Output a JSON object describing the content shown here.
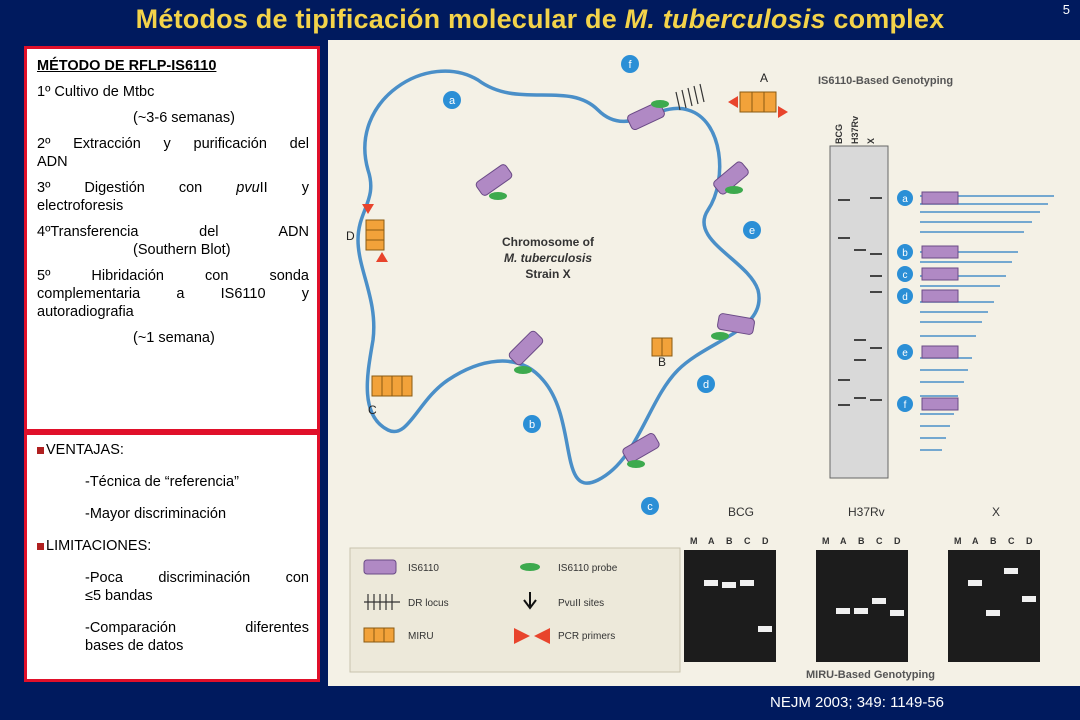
{
  "slide": {
    "number": "5",
    "title_prefix": "Métodos de tipificación molecular de ",
    "title_italic": "M. tuberculosis",
    "title_suffix": " complex",
    "citation": "NEJM 2003; 349: 1149-56"
  },
  "method": {
    "heading": "MÉTODO DE RFLP-IS6110",
    "step1": "1º Cultivo de Mtbc",
    "step1_time": "(~3-6 semanas)",
    "step2_line1": "2º Extracción y purificación del",
    "step2_line2": "ADN",
    "step3_a": "3º Digestión con ",
    "step3_italic": "pvu",
    "step3_b": "II y",
    "step3_line2": "electroforesis",
    "step4_line1": "4ºTransferencia del ADN",
    "step4_line2": "(Southern Blot)",
    "step5_line1": "5º Hibridación con sonda",
    "step5_line2": "complementaria a IS6110 y",
    "step5_line3": "autoradiografia",
    "step5_time": "(~1 semana)"
  },
  "evaluation": {
    "advantages_label": "VENTAJAS:",
    "advantage1": "-Técnica de “referencia”",
    "advantage2": "-Mayor discriminación",
    "limitations_label": "LIMITACIONES:",
    "limitation1_line1": "-Poca discriminación con",
    "limitation1_line2": "≤5 bandas",
    "limitation2_line1": "-Comparación diferentes",
    "limitation2_line2": "bases de datos"
  },
  "figure": {
    "chromosome_line1": "Chromosome of",
    "chromosome_line2": "M. tuberculosis",
    "chromosome_line3": "Strain X",
    "is6110_title": "IS6110-Based Genotyping",
    "blot_columns": [
      "BCG",
      "H37Rv",
      "X"
    ],
    "band_labels": [
      "a",
      "b",
      "c",
      "d",
      "e",
      "f"
    ],
    "locus_labels": [
      "A",
      "B",
      "C",
      "D"
    ],
    "miru_title": "MIRU-Based Genotyping",
    "gels": [
      {
        "name": "BCG",
        "lanes": [
          "M",
          "A",
          "B",
          "C",
          "D"
        ]
      },
      {
        "name": "H37Rv",
        "lanes": [
          "M",
          "A",
          "B",
          "C",
          "D"
        ]
      },
      {
        "name": "X",
        "lanes": [
          "M",
          "A",
          "B",
          "C",
          "D"
        ]
      }
    ],
    "legend": {
      "is6110": "IS6110",
      "dr_locus": "DR locus",
      "miru": "MIRU",
      "probe": "IS6110 probe",
      "pvuii": "PvuII sites",
      "primers": "PCR primers"
    },
    "colors": {
      "chromosome": "#4a8fc8",
      "is6110": "#b089c4",
      "miru": "#f2a23a",
      "probe": "#3daa4e",
      "primer": "#e8442c",
      "label_circle": "#2b8fd6"
    }
  }
}
